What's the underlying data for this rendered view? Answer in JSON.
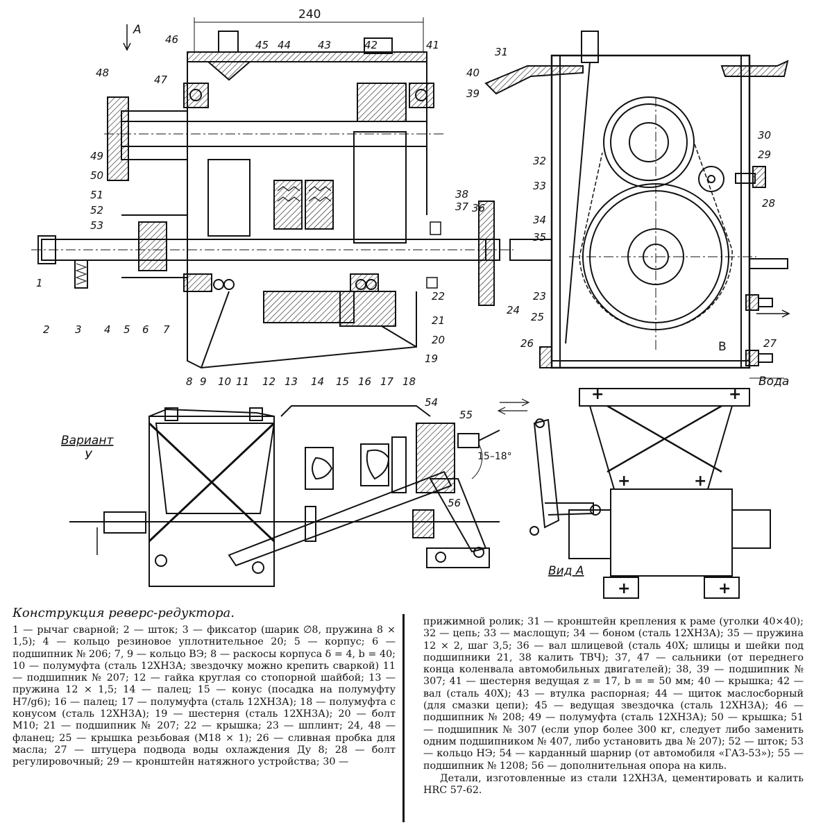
{
  "labels": {
    "dimension": "240",
    "view_arrow": "A",
    "variant": "Вариант",
    "variant_letter": "У",
    "view_a": "Вид А",
    "water": "Вода",
    "section_b": "В",
    "angle": "15–18°"
  },
  "part_numbers": [
    "1",
    "2",
    "3",
    "4",
    "5",
    "6",
    "7",
    "8",
    "9",
    "10",
    "11",
    "12",
    "13",
    "14",
    "15",
    "16",
    "17",
    "18",
    "19",
    "20",
    "21",
    "22",
    "23",
    "24",
    "25",
    "26",
    "27",
    "28",
    "29",
    "30",
    "31",
    "32",
    "33",
    "34",
    "35",
    "36",
    "37",
    "38",
    "39",
    "40",
    "41",
    "42",
    "43",
    "44",
    "45",
    "46",
    "47",
    "48",
    "49",
    "50",
    "51",
    "52",
    "53",
    "54",
    "55",
    "56"
  ],
  "caption": "Конструкция реверс-редуктора.",
  "legend_left": "1 — рычаг сварной; 2 — шток; 3 — фиксатор (шарик ∅8, пружина 8 × 1,5); 4 — кольцо резиновое уплотнительное 20; 5 — корпус; 6 — подшипник № 206; 7, 9 — кольцо ВЭ; 8 — раскосы корпуса δ = 4, b = 40; 10 — полумуфта (сталь 12ХН3А; звездочку можно крепить сваркой) 11 — подшипник № 207; 12 — гайка круглая со стопорной шайбой; 13 — пружина 12 × 1,5; 14 — палец; 15 — конус (посадка на полумуфту Н7/g6); 16 — палец; 17 — полумуфта (сталь 12ХН3А); 18 — полумуфта с конусом (сталь 12ХН3А); 19 — шестерня (сталь 12ХН3А); 20 — болт М10; 21 — подшипник № 207; 22 — крышка; 23 — шплинт; 24, 48 — фланец; 25 — крышка резьбовая (М18 × 1); 26 — сливная пробка для масла; 27 — штуцера подвода воды охлаждения Ду 8; 28 — болт регулировочный; 29 — кронштейн натяжного устройства; 30 —",
  "legend_right": "прижимной ролик; 31 — кронштейн крепления к раме (уголки 40×40); 32 — цепь; 33 — маслощуп; 34 — боном (сталь 12ХН3А); 35 — пружина 12 × 2, шаг 3,5; 36 — вал шлицевой (сталь 40Х; шлицы и шейки под подшипники 21, 38 калить ТВЧ); 37, 47 — сальники (от переднего конца коленвала автомобильных двигателей); 38, 39 — подшипник № 307; 41 — шестерня ведущая z = 17, b = = 50 мм; 40 — крышка; 42 — вал (сталь 40Х); 43 — втулка распорная; 44 — щиток маслосборный (для смазки цепи); 45 — ведущая звездочка (сталь 12ХН3А); 46 — подшипник № 208; 49 — полумуфта (сталь 12ХН3А); 50 — крышка; 51 — подшипник № 307 (если упор более 300 кг, следует либо заменить одним подшипником № 407, либо установить два № 207); 52 — шток; 53 — кольцо НЭ; 54 — карданный шарнир (от автомобиля «ГАЗ-53»); 55 — подшипник № 1208; 56 — дополнительная опора на киль.",
  "legend_note": "Детали, изготовленные из стали 12ХН3А, цементировать и калить HRC 57-62."
}
